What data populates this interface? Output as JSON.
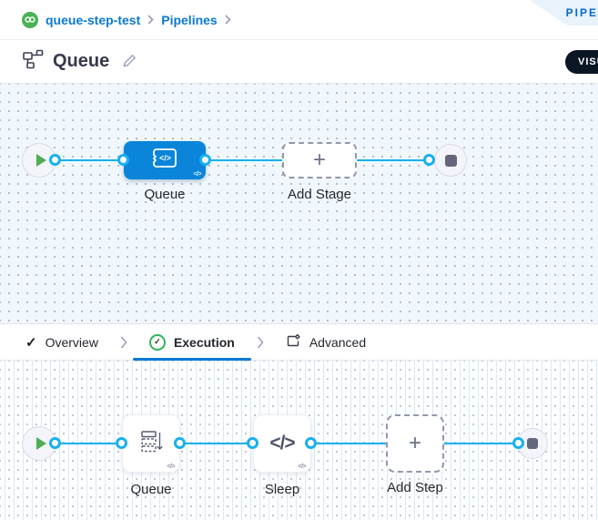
{
  "breadcrumb": {
    "items": [
      {
        "label": "queue-step-test"
      },
      {
        "label": "Pipelines"
      }
    ]
  },
  "ribbon": {
    "label": "PIPE"
  },
  "header": {
    "title": "Queue",
    "mode_label": "VISU"
  },
  "tab_bar": {
    "tabs": [
      {
        "label": "Overview"
      },
      {
        "label": "Execution"
      },
      {
        "label": "Advanced"
      }
    ]
  },
  "stage_pipeline": {
    "stage_label": "Queue",
    "add_stage_label": "Add Stage"
  },
  "step_pipeline": {
    "step1_label": "Queue",
    "step2_label": "Sleep",
    "add_step_label": "Add Step"
  },
  "icons": {
    "plus": "+",
    "code": "</>",
    "check": "✓"
  },
  "colors": {
    "accent_blue": "#0278d5",
    "connector_blue": "#18b0ef",
    "stage_node_blue": "#0a85d9",
    "success_green": "#2bb656",
    "play_green": "#4fae55",
    "logo_green": "#4ab155",
    "canvas_tint": "#f0f8fd",
    "pill_dark": "#0b1624"
  }
}
